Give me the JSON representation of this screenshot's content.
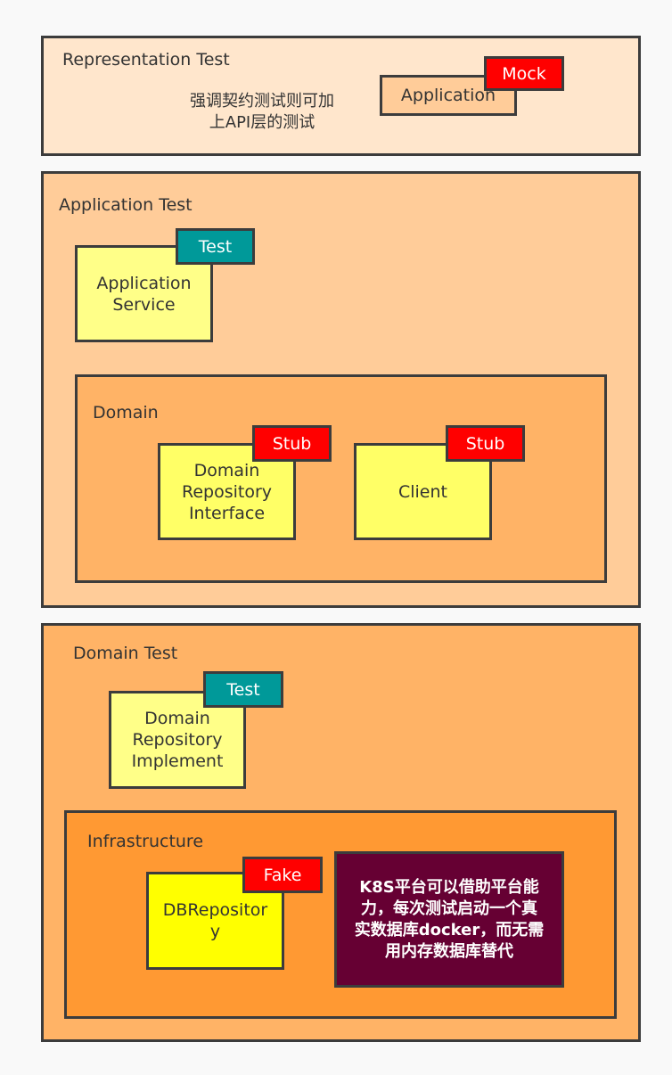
{
  "representation": {
    "title": "Representation Test",
    "note": "强调契约测试则可加\n上API层的测试",
    "app_box": "Application",
    "tag": "Mock"
  },
  "application_test": {
    "title": "Application Test",
    "service_box": "Application\nService",
    "service_tag": "Test",
    "domain": {
      "title": "Domain",
      "repo_box": "Domain\nRepository\nInterface",
      "repo_tag": "Stub",
      "client_box": "Client",
      "client_tag": "Stub"
    }
  },
  "domain_test": {
    "title": "Domain Test",
    "impl_box": "Domain\nRepository\nImplement",
    "impl_tag": "Test",
    "infrastructure": {
      "title": "Infrastructure",
      "db_box": "DBRepositor\ny",
      "db_tag": "Fake",
      "note": "K8S平台可以借助平台能\n力，每次测试启动一个真\n实数据库docker，而无需\n用内存数据库替代"
    }
  },
  "colors": {
    "representation_bg": "#ffe6cc",
    "application_bg": "#ffcc99",
    "domain_bg": "#ffb366",
    "domain_test_bg": "#ffb366",
    "infrastructure_bg": "#ff9933",
    "card_light": "#ffff88",
    "card_yellow": "#ffff66",
    "card_bright": "#ffff00",
    "tag_red": "#ff0000",
    "tag_teal": "#009999",
    "note_dark": "#660033"
  }
}
